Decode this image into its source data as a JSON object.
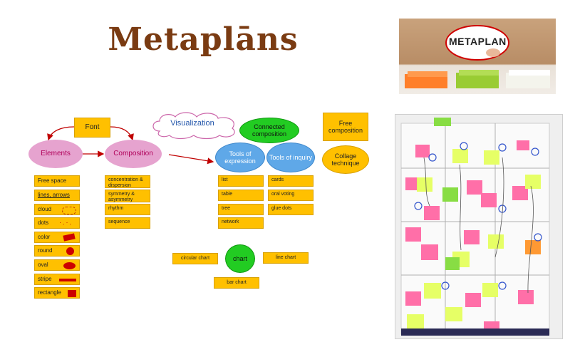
{
  "title": "Metaplāns",
  "photo_sign": "METAPLAN",
  "diagram": {
    "font": "Font",
    "visualization": "Visualization",
    "elements": "Elements",
    "composition": "Composition",
    "connected_composition": "Connected composition",
    "free_composition": "Free composition",
    "collage_technique": "Collage technique",
    "tools_of_expression": "Tools of expression",
    "tools_of_inquiry": "Tools of inquiry",
    "element_items": [
      "Free space",
      "lines, arrows",
      "cloud",
      "dots",
      "color",
      "round",
      "oval",
      "stripe",
      "rectangle"
    ],
    "composition_items": [
      "concentration & dispersion",
      "symmetry & asymmetry",
      "rhythm",
      "sequence"
    ],
    "expression_items": [
      "list",
      "table",
      "tree",
      "network"
    ],
    "inquiry_items": [
      "cards",
      "oral voting",
      "glue dots"
    ],
    "chart": "chart",
    "circular_chart": "circular chart",
    "line_chart": "line chart",
    "bar_chart": "bar chart"
  },
  "colors": {
    "title": "#7a3b12",
    "box": "#ffc000",
    "pink_ellipse": "#e6a3cf",
    "blue_ellipse": "#5fa8e8",
    "green_ellipse": "#22cc22",
    "arrow": "#c00000"
  }
}
